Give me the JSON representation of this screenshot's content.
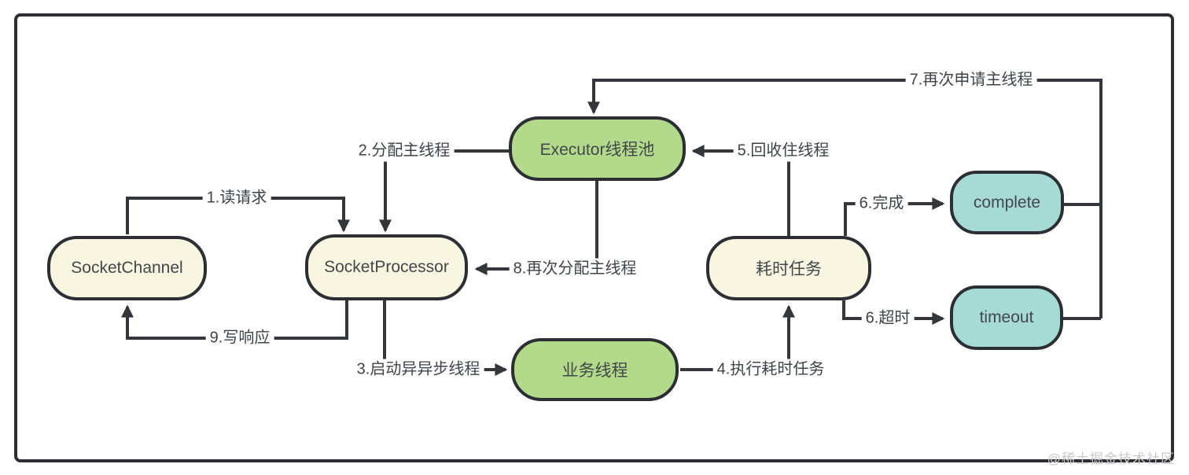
{
  "diagram": {
    "watermark": "@稀土掘金技术社区",
    "nodes": [
      {
        "id": "socket-channel",
        "label": "SocketChannel",
        "fill": "cream"
      },
      {
        "id": "socket-processor",
        "label": "SocketProcessor",
        "fill": "cream"
      },
      {
        "id": "executor-pool",
        "label": "Executor线程池",
        "fill": "green"
      },
      {
        "id": "business-thread",
        "label": "业务线程",
        "fill": "green"
      },
      {
        "id": "time-consuming-task",
        "label": "耗时任务",
        "fill": "cream"
      },
      {
        "id": "complete",
        "label": "complete",
        "fill": "teal"
      },
      {
        "id": "timeout",
        "label": "timeout",
        "fill": "teal"
      }
    ],
    "edge_labels": [
      {
        "id": "read-request",
        "label": "1.读请求"
      },
      {
        "id": "assign-main-thread",
        "label": "2.分配主线程"
      },
      {
        "id": "start-async-thread",
        "label": "3.启动异异步线程"
      },
      {
        "id": "execute-task",
        "label": "4.执行耗时任务"
      },
      {
        "id": "recycle-thread",
        "label": "5.回收住线程"
      },
      {
        "id": "complete-edge",
        "label": "6.完成"
      },
      {
        "id": "timeout-edge",
        "label": "6.超时"
      },
      {
        "id": "reapply-main-thread",
        "label": "7.再次申请主线程"
      },
      {
        "id": "reassign-main-thread",
        "label": "8.再次分配主线程"
      },
      {
        "id": "write-response",
        "label": "9.写响应"
      }
    ],
    "colors": {
      "green": "#b2da8a",
      "cream": "#f8f6e1",
      "teal": "#a5dad5",
      "node_border": "#2b2e33",
      "line": "#33373b",
      "node_text": "#43474b",
      "label_text": "#3f4348",
      "watermark": "#c9c9c9"
    }
  }
}
